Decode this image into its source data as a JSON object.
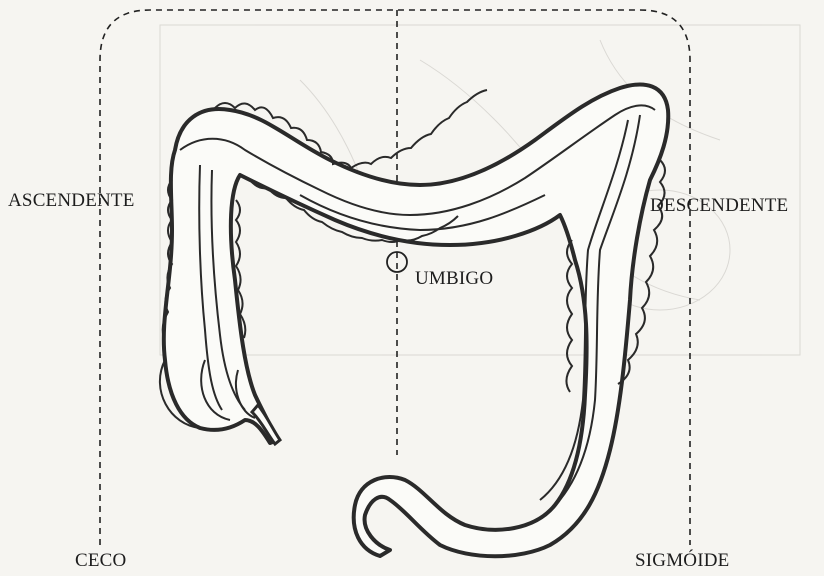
{
  "labels": {
    "ascendente": "ASCENDENTE",
    "descendente": "DESCENDENTE",
    "umbigo": "UMBIGO",
    "ceco": "CECO",
    "sigmoide": "SIGMÓIDE"
  },
  "colors": {
    "paper": "#f6f5f1",
    "ink": "#2a2a2a",
    "bleed_through": "#c9c7c2"
  }
}
